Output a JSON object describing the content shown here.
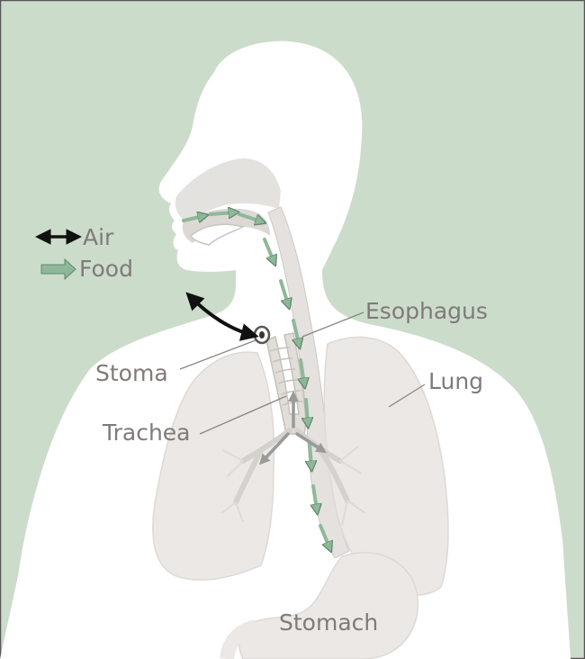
{
  "legend": {
    "air_label": "Air",
    "food_label": "Food"
  },
  "labels": {
    "esophagus": "Esophagus",
    "stoma": "Stoma",
    "lung": "Lung",
    "trachea": "Trachea",
    "stomach": "Stomach"
  },
  "colors": {
    "background": "#ccdccb",
    "body": "#ffffff",
    "organ": "#ebe8e6",
    "food_arrow": "#8fb89a",
    "air_arrow": "#111111",
    "label_text": "#807a78"
  }
}
